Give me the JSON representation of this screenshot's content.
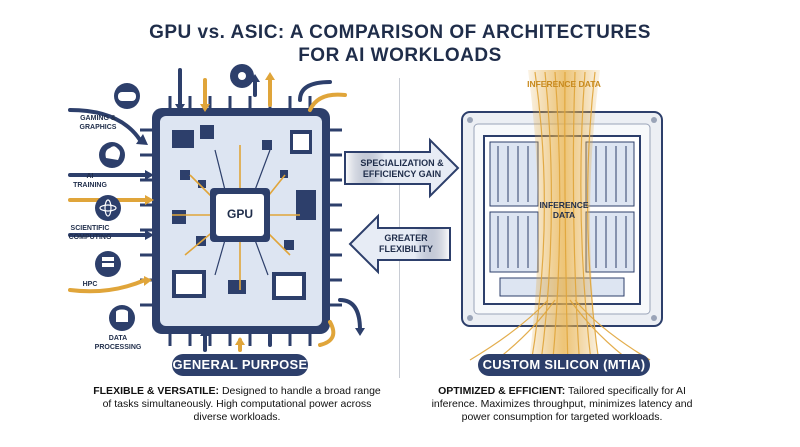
{
  "title": {
    "line1": "GPU vs. ASIC: A COMPARISON OF ARCHITECTURES",
    "line2": "FOR AI WORKLOADS"
  },
  "left": {
    "chip_label": "GPU",
    "workloads": [
      {
        "label": "GAMING & GRAPHICS",
        "icon": "gamepad-icon"
      },
      {
        "label": "AI TRAINING",
        "icon": "brain-icon"
      },
      {
        "label": "SCIENTIFIC COMPUTING",
        "icon": "atom-icon"
      },
      {
        "label": "HPC",
        "icon": "server-icon"
      },
      {
        "label": "DATA PROCESSING",
        "icon": "database-icon"
      }
    ],
    "pill": "GENERAL PURPOSE",
    "desc_bold": "FLEXIBLE & VERSATILE:",
    "desc_text": " Designed to handle a broad range of tasks simultaneously. High computational power across diverse workloads."
  },
  "middle": {
    "arrow_right": "SPECIALIZATION & EFFICIENCY GAIN",
    "arrow_left": "GREATER FLEXIBILITY"
  },
  "right": {
    "inference_top": "INFERENCE DATA",
    "inference_mid": "INFERENCE DATA",
    "pill": "CUSTOM SILICON (MTIA)",
    "desc_bold": "OPTIMIZED & EFFICIENT:",
    "desc_text": " Tailored specifically for AI inference. Maximizes throughput, minimizes latency and power consumption for targeted workloads."
  },
  "colors": {
    "navy": "#2d3f6b",
    "gold": "#e0a53a",
    "light_blue": "#dde5f2"
  }
}
